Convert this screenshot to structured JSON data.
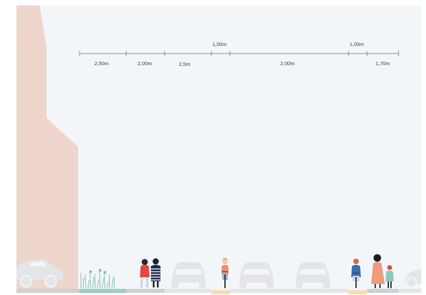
{
  "title": "nu",
  "dimensions": {
    "lower": [
      "2,50m",
      "2,00m",
      "2,5m",
      "2,00m",
      "1,70m"
    ],
    "upper": [
      "1,00m",
      "1,00m"
    ]
  },
  "colors": {
    "building": "#efd6cd",
    "dimension_line": "#6b9e8c",
    "car": "#e3e5e7",
    "ground": "#cfd1d3",
    "planter": "#9ccfc3",
    "bike_lane": "#f7dcb2",
    "background": "#f3f6f9"
  },
  "icons": [
    "car-icon",
    "planter-icon",
    "pedestrian-pair-icon",
    "cyclist-icon",
    "pedestrian-family-icon"
  ]
}
